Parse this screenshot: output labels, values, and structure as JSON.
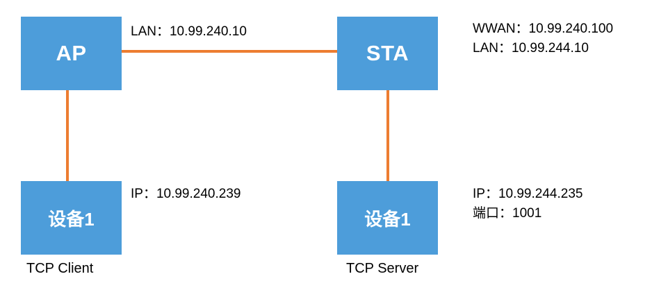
{
  "colors": {
    "node_fill": "#4D9DDA",
    "node_text": "#FFFFFF",
    "connector": "#ED7D31",
    "label_text": "#000000",
    "background": "#FFFFFF"
  },
  "nodes": {
    "ap": {
      "label": "AP"
    },
    "sta": {
      "label": "STA"
    },
    "client_device": {
      "label": "设备1",
      "caption": "TCP Client"
    },
    "server_device": {
      "label": "设备1",
      "caption": "TCP Server"
    }
  },
  "labels": {
    "ap_lan": "LAN：10.99.240.10",
    "sta_wwan": "WWAN：10.99.240.100",
    "sta_lan": "LAN：10.99.244.10",
    "client_ip": "IP：10.99.240.239",
    "server_ip": "IP：10.99.244.235",
    "server_port": "端口：1001"
  }
}
